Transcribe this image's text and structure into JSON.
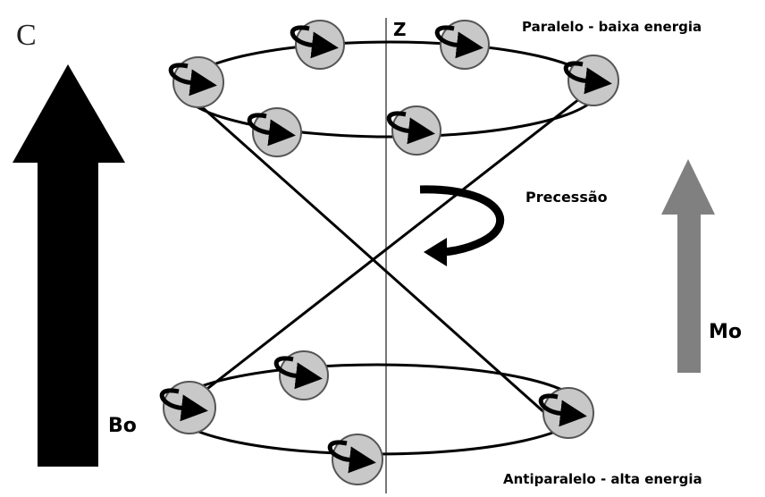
{
  "figure": {
    "panel_letter": "C",
    "axis_label": "Z",
    "field_label": "Bo",
    "magnetization_label": "Mo",
    "precession_label": "Precessão",
    "parallel_label": "Paralelo - baixa energia",
    "antiparallel_label": "Antiparalelo - alta energia"
  },
  "colors": {
    "line": "#000000",
    "axis": "#777777",
    "spin_fill": "#c8c8c8",
    "spin_stroke": "#555555",
    "bo_arrow": "#000000",
    "mo_arrow": "#7f7f7f"
  },
  "icons": {
    "spin": "spin-circle-icon",
    "spin_rotation": "curved-arrow-icon",
    "precession": "precession-arrow-icon"
  }
}
